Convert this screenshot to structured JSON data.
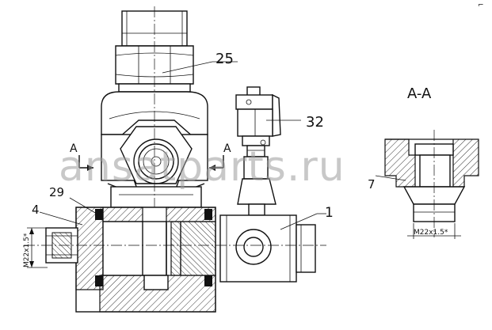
{
  "drawing": {
    "section_title": "A-A",
    "section_marker_left": "A",
    "section_marker_right": "A",
    "callouts": {
      "c25": "25",
      "c32": "32",
      "c29": "29",
      "c4": "4",
      "c1": "1",
      "c7": "7"
    },
    "thread_main": "M22x1.5*",
    "thread_detail": "M22x1.5*",
    "corner_mark": "⌐"
  },
  "watermark": "ansatparts.ru",
  "colors": {
    "line": "#111111",
    "hatch": "#222222",
    "watermark": "#9a9a9a",
    "background": "#ffffff"
  }
}
